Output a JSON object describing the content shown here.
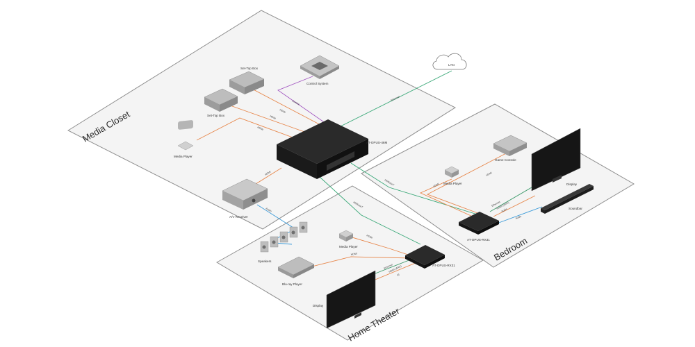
{
  "zones": {
    "media_closet": "Media Closet",
    "bedroom": "Bedroom",
    "home_theater": "Home Theater"
  },
  "devices": {
    "set_top_box_1": "Set-Top Box",
    "set_top_box_2": "Set-Top Box",
    "control_system": "Control System",
    "lan": "LAN",
    "media_player_closet": "Media Player",
    "matrix_switcher": "AT-OPUS-46M",
    "av_receiver": "A/V Receiver",
    "game_console": "Game Console",
    "media_player_bedroom": "Media Player",
    "display_bedroom": "Display",
    "soundbar": "Soundbar",
    "receiver_bedroom": "AT-OPUS-RX31",
    "speakers": "Speakers",
    "bluray_player": "Blu-ray Player",
    "media_player_theater": "Media Player",
    "receiver_theater": "AT-OPUS-RX31",
    "display_theater": "Display"
  },
  "wires": {
    "hdmi": "HDMI",
    "control": "Control",
    "ethernet": "Ethernet",
    "hdbaset": "HDBaseT",
    "audio": "Audio",
    "hdmi_arc": "HDMI (ARC)",
    "ir": "IR"
  },
  "colors": {
    "hdmi": "#e7864a",
    "hdbaset": "#3aa878",
    "control": "#a45ac2",
    "audio": "#3a9ad8",
    "zone_fill": "#f4f4f4"
  }
}
